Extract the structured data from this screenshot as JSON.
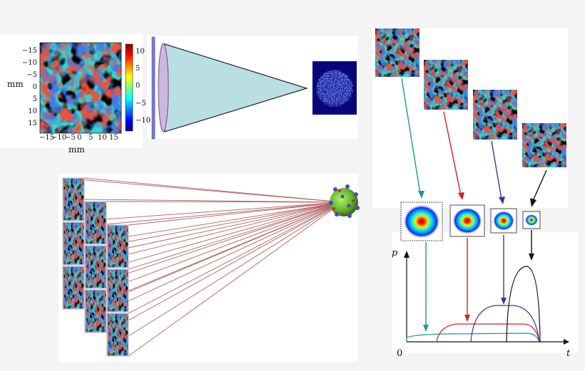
{
  "phase_map": {
    "x_axis_label": "mm",
    "y_axis_label": "mm",
    "x_ticks": [
      "−15",
      "−10",
      "−5",
      "0",
      "5",
      "10",
      "15"
    ],
    "y_ticks": [
      "−15",
      "−10",
      "−5",
      "0",
      "5",
      "10",
      "15"
    ],
    "colorbar_ticks": [
      "10",
      "5",
      "0",
      "−5",
      "−10"
    ]
  },
  "power_plot": {
    "y_label": "p",
    "x_label": "t",
    "origin_label": "0"
  },
  "colors": {
    "teal": "#1a9a9a",
    "red": "#d42020",
    "blue": "#3838a0",
    "black": "#111111",
    "cone_fill": "#b9dfe3",
    "lens_fill": "#cdb8dc",
    "array_lines": "#b06060"
  }
}
